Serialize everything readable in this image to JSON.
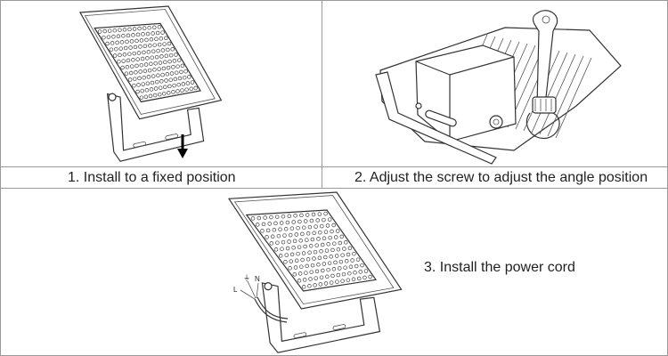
{
  "steps": [
    {
      "caption": "1. Install to a fixed position"
    },
    {
      "caption": "2. Adjust the screw to adjust the angle position"
    },
    {
      "caption": "3. Install the power cord"
    }
  ],
  "wire_labels": {
    "live": "L",
    "earth": "⏚",
    "neutral": "N"
  },
  "icons": [
    "floodlight-icon",
    "arrow-down-icon",
    "wrench-icon",
    "power-cord-icon"
  ]
}
